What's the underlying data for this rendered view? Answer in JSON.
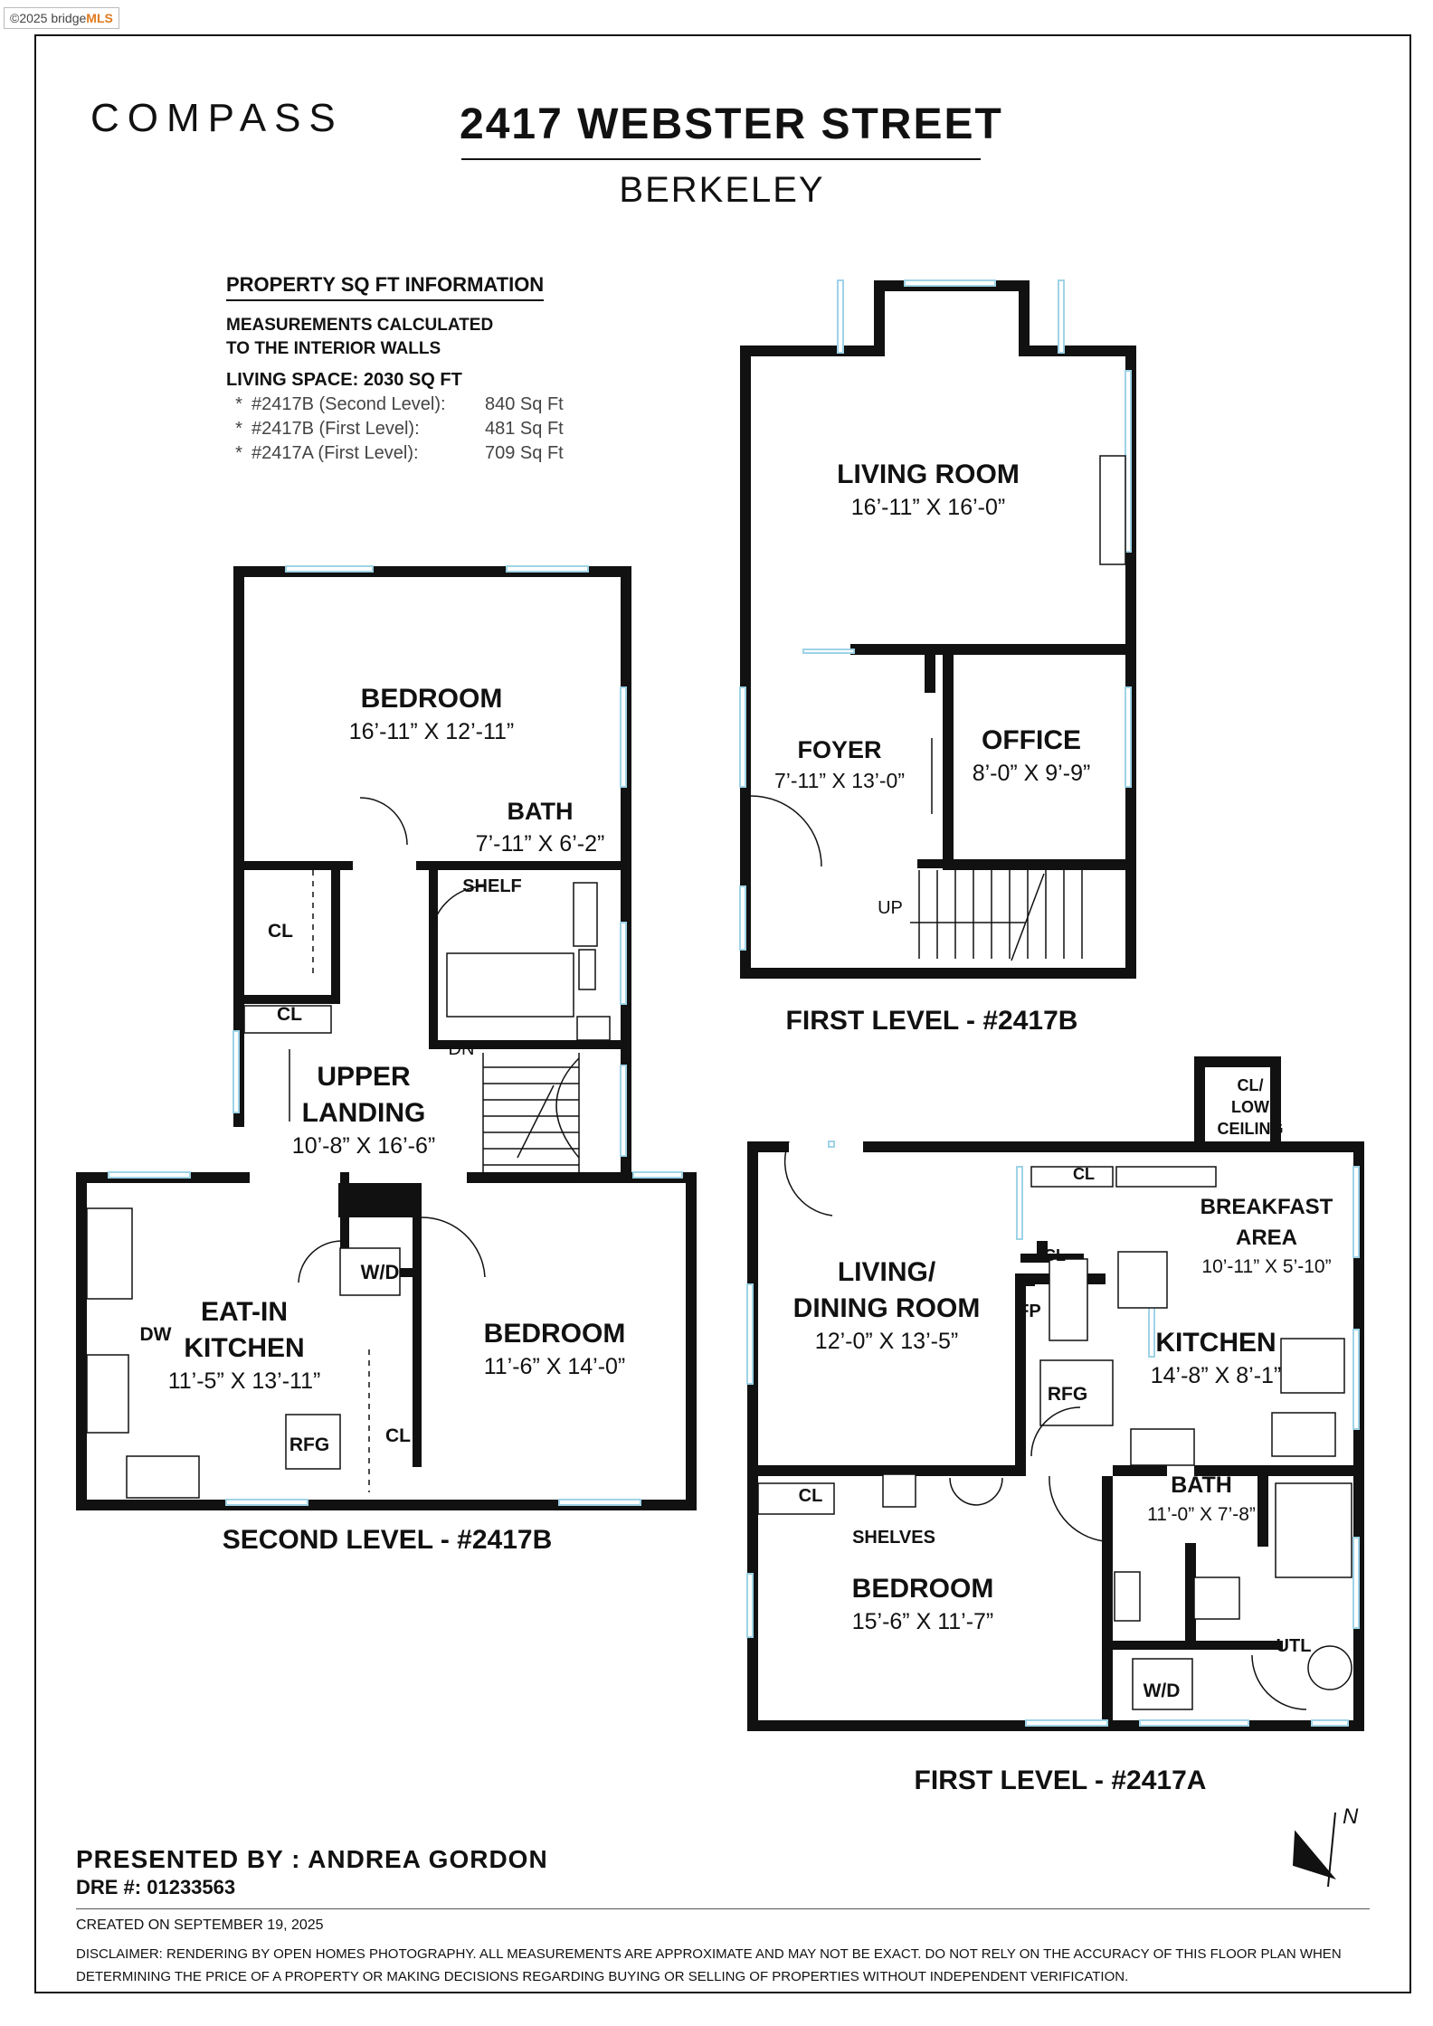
{
  "watermark": {
    "prefix": "©2025 bridge",
    "brand": "MLS"
  },
  "brand": {
    "logo": "COMPASS"
  },
  "header": {
    "address": "2417 WEBSTER STREET",
    "city": "BERKELEY"
  },
  "sqft_info": {
    "heading": "PROPERTY SQ FT INFORMATION",
    "method": "MEASUREMENTS CALCULATED\nTO THE INTERIOR WALLS",
    "living_space": "LIVING SPACE: 2030 SQ FT",
    "levels": [
      {
        "bullet": "*",
        "name": "#2417B (Second Level):",
        "area": "840 Sq Ft"
      },
      {
        "bullet": "*",
        "name": "#2417B (First Level):",
        "area": "481 Sq Ft"
      },
      {
        "bullet": "*",
        "name": "#2417A (First Level):",
        "area": "709 Sq Ft"
      }
    ]
  },
  "plans": {
    "second_2417b": {
      "title": "SECOND LEVEL - #2417B",
      "rooms": [
        {
          "name": "BEDROOM",
          "dims": "16’-11” X 12’-11”"
        },
        {
          "name": "BATH",
          "dims": "7’-11” X 6’-2”"
        },
        {
          "name": "SHELF"
        },
        {
          "name": "CL"
        },
        {
          "name": "CL"
        },
        {
          "name": "DN"
        },
        {
          "name": "UPPER\nLANDING",
          "dims": "10’-8” X 16’-6”"
        },
        {
          "name": "W/D"
        },
        {
          "name": "EAT-IN\nKITCHEN",
          "dims": "11’-5” X 13’-11”"
        },
        {
          "name": "DW"
        },
        {
          "name": "RFG"
        },
        {
          "name": "CL"
        },
        {
          "name": "BEDROOM",
          "dims": "11’-6” X 14’-0”"
        }
      ]
    },
    "first_2417b": {
      "title": "FIRST LEVEL - #2417B",
      "rooms": [
        {
          "name": "LIVING ROOM",
          "dims": "16’-11” X 16’-0”"
        },
        {
          "name": "FOYER",
          "dims": "7’-11” X 13’-0”"
        },
        {
          "name": "OFFICE",
          "dims": "8’-0” X 9’-9”"
        },
        {
          "name": "UP"
        }
      ]
    },
    "first_2417a": {
      "title": "FIRST LEVEL - #2417A",
      "rooms": [
        {
          "name": "CL/\nLOW\nCEILING"
        },
        {
          "name": "CL"
        },
        {
          "name": "BREAKFAST\nAREA",
          "dims": "10’-11” X 5’-10”"
        },
        {
          "name": "LIVING/\nDINING ROOM",
          "dims": "12’-0” X 13’-5”"
        },
        {
          "name": "CL"
        },
        {
          "name": "FP"
        },
        {
          "name": "KITCHEN",
          "dims": "14’-8” X 8’-1”"
        },
        {
          "name": "RFG"
        },
        {
          "name": "CL"
        },
        {
          "name": "SHELVES"
        },
        {
          "name": "BATH",
          "dims": "11’-0” X 7’-8”"
        },
        {
          "name": "BEDROOM",
          "dims": "15’-6” X 11’-7”"
        },
        {
          "name": "UTL"
        },
        {
          "name": "W/D"
        }
      ]
    }
  },
  "compass_rose": {
    "label": "N",
    "icon": "north-arrow-icon"
  },
  "footer": {
    "presenter": "PRESENTED BY : ANDREA GORDON",
    "dre": "DRE #: 01233563",
    "created": "CREATED ON SEPTEMBER 19, 2025",
    "disclaimer": "DISCLAIMER: RENDERING BY OPEN HOMES PHOTOGRAPHY. ALL MEASUREMENTS ARE APPROXIMATE AND MAY NOT BE EXACT. DO NOT RELY ON THE ACCURACY OF THIS FLOOR PLAN WHEN DETERMINING THE PRICE OF A PROPERTY OR MAKING DECISIONS REGARDING BUYING OR SELLING OF PROPERTIES WITHOUT INDEPENDENT VERIFICATION."
  },
  "colors": {
    "wall": "#111111",
    "window": "#9fd3e6",
    "text": "#111111"
  }
}
